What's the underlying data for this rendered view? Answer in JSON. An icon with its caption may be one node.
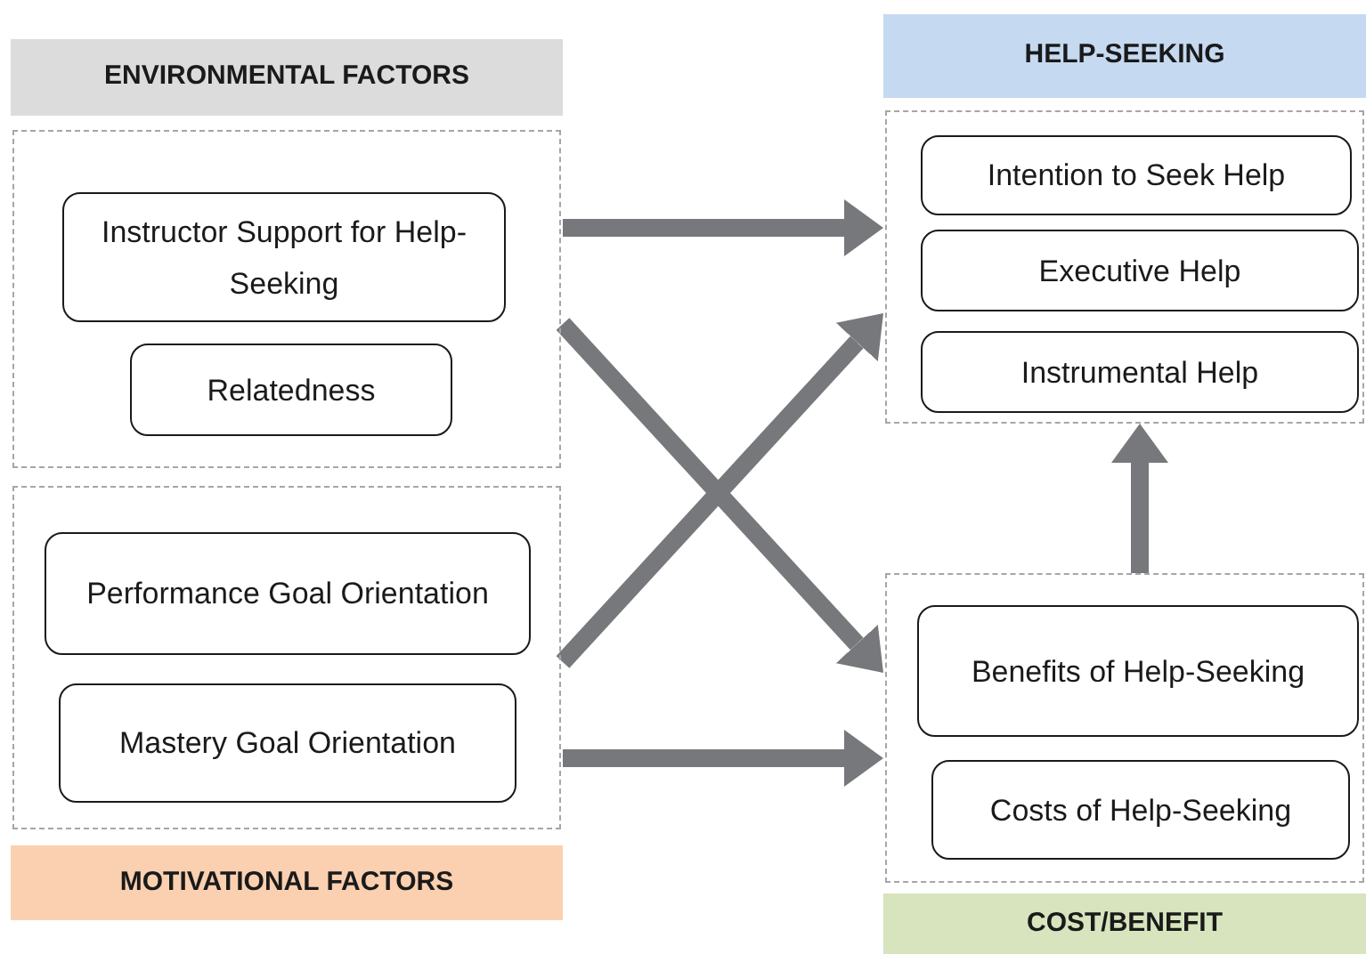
{
  "diagram": {
    "nodes": [
      {
        "text": [
          "ENVIRONMENTAL FACTORS"
        ]
      },
      {
        "text": [
          "Instructor Support for Help-Seeking"
        ],
        "in": 0
      },
      {
        "text": [
          "Relatedness"
        ],
        "in": 0
      },
      {
        "text": [
          "HELP-SEEKING"
        ]
      },
      {
        "text": [
          "Intention to Seek Help"
        ],
        "in": 3
      },
      {
        "text": [
          "Executive Help"
        ],
        "in": 3
      },
      {
        "text": [
          "Instrumental Help"
        ],
        "in": 3
      },
      {
        "text": [
          "MOTIVATIONAL FACTORS"
        ]
      },
      {
        "text": [
          "Performance Goal Orientation"
        ],
        "in": 7
      },
      {
        "text": [
          "Mastery Goal Orientation"
        ],
        "in": 7
      },
      {
        "text": [
          "COST/BENEFIT"
        ]
      },
      {
        "text": [
          "Benefits of Help-Seeking"
        ],
        "in": 10
      },
      {
        "text": [
          "Costs of Help-Seeking"
        ],
        "in": 10
      }
    ],
    "edges": [
      {
        "from": 0,
        "to": 3,
        "arrow": "to"
      },
      {
        "from": 0,
        "to": 10,
        "arrow": "to"
      },
      {
        "from": 7,
        "to": 3,
        "arrow": "to"
      },
      {
        "from": 7,
        "to": 10,
        "arrow": "to"
      },
      {
        "from": 10,
        "to": 3,
        "arrow": "to"
      }
    ]
  }
}
